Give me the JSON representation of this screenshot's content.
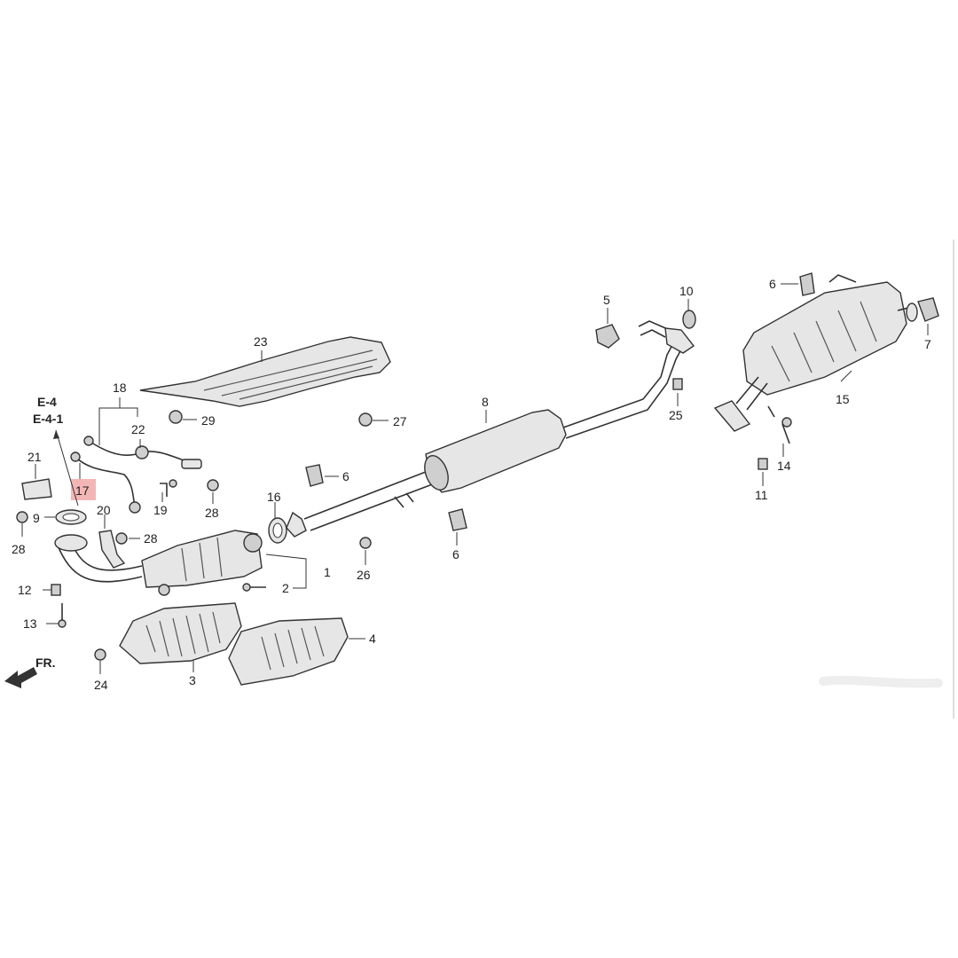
{
  "diagram": {
    "reference": [
      "E-4",
      "E-4-1"
    ],
    "direction_label": "FR.",
    "highlighted_part": "17",
    "callouts": {
      "p1": "1",
      "p2": "2",
      "p3": "3",
      "p4": "4",
      "p5": "5",
      "p6a": "6",
      "p6b": "6",
      "p6c": "6",
      "p7": "7",
      "p8": "8",
      "p9": "9",
      "p10": "10",
      "p11": "11",
      "p12": "12",
      "p13": "13",
      "p14": "14",
      "p15": "15",
      "p16": "16",
      "p17": "17",
      "p18": "18",
      "p19": "19",
      "p20": "20",
      "p21": "21",
      "p22": "22",
      "p23": "23",
      "p24": "24",
      "p25": "25",
      "p26": "26",
      "p27": "27",
      "p28a": "28",
      "p28b": "28",
      "p28c": "28",
      "p29": "29"
    },
    "colors": {
      "highlight": "#f3b6b6",
      "line": "#333333",
      "part_fill": "#e6e6e6"
    }
  }
}
